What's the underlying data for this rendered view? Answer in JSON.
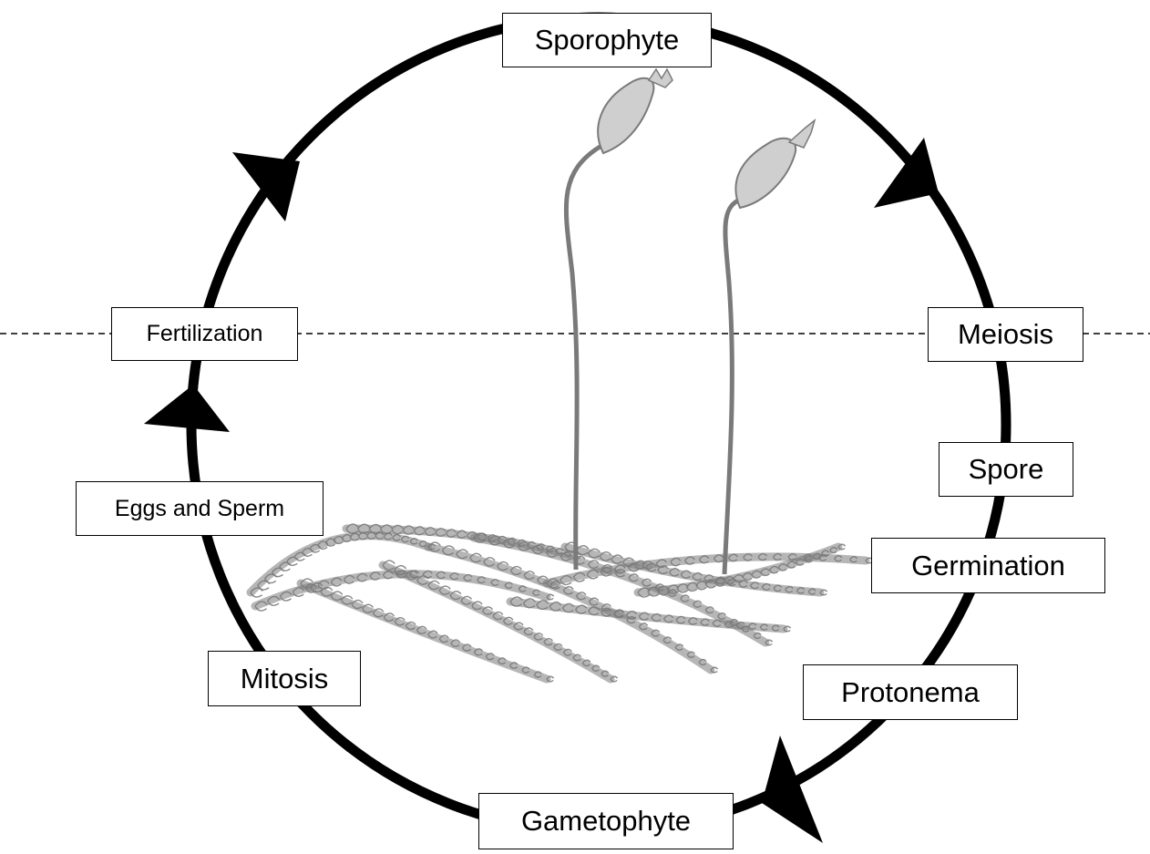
{
  "diagram": {
    "stages": {
      "sporophyte": "Sporophyte",
      "meiosis": "Meiosis",
      "spore": "Spore",
      "germination": "Germination",
      "protonema": "Protonema",
      "gametophyte": "Gametophyte",
      "mitosis": "Mitosis",
      "eggs_and_sperm": "Eggs and Sperm",
      "fertilization": "Fertilization"
    },
    "cycle_direction": "clockwise",
    "illustration": "moss-plant-with-sporophytes"
  },
  "colors": {
    "ring": "#000000",
    "arrow": "#000000",
    "box_border": "#000000",
    "box_fill": "#ffffff",
    "plant_stroke": "#7a7a7a",
    "plant_fill": "#cfcfcf"
  }
}
